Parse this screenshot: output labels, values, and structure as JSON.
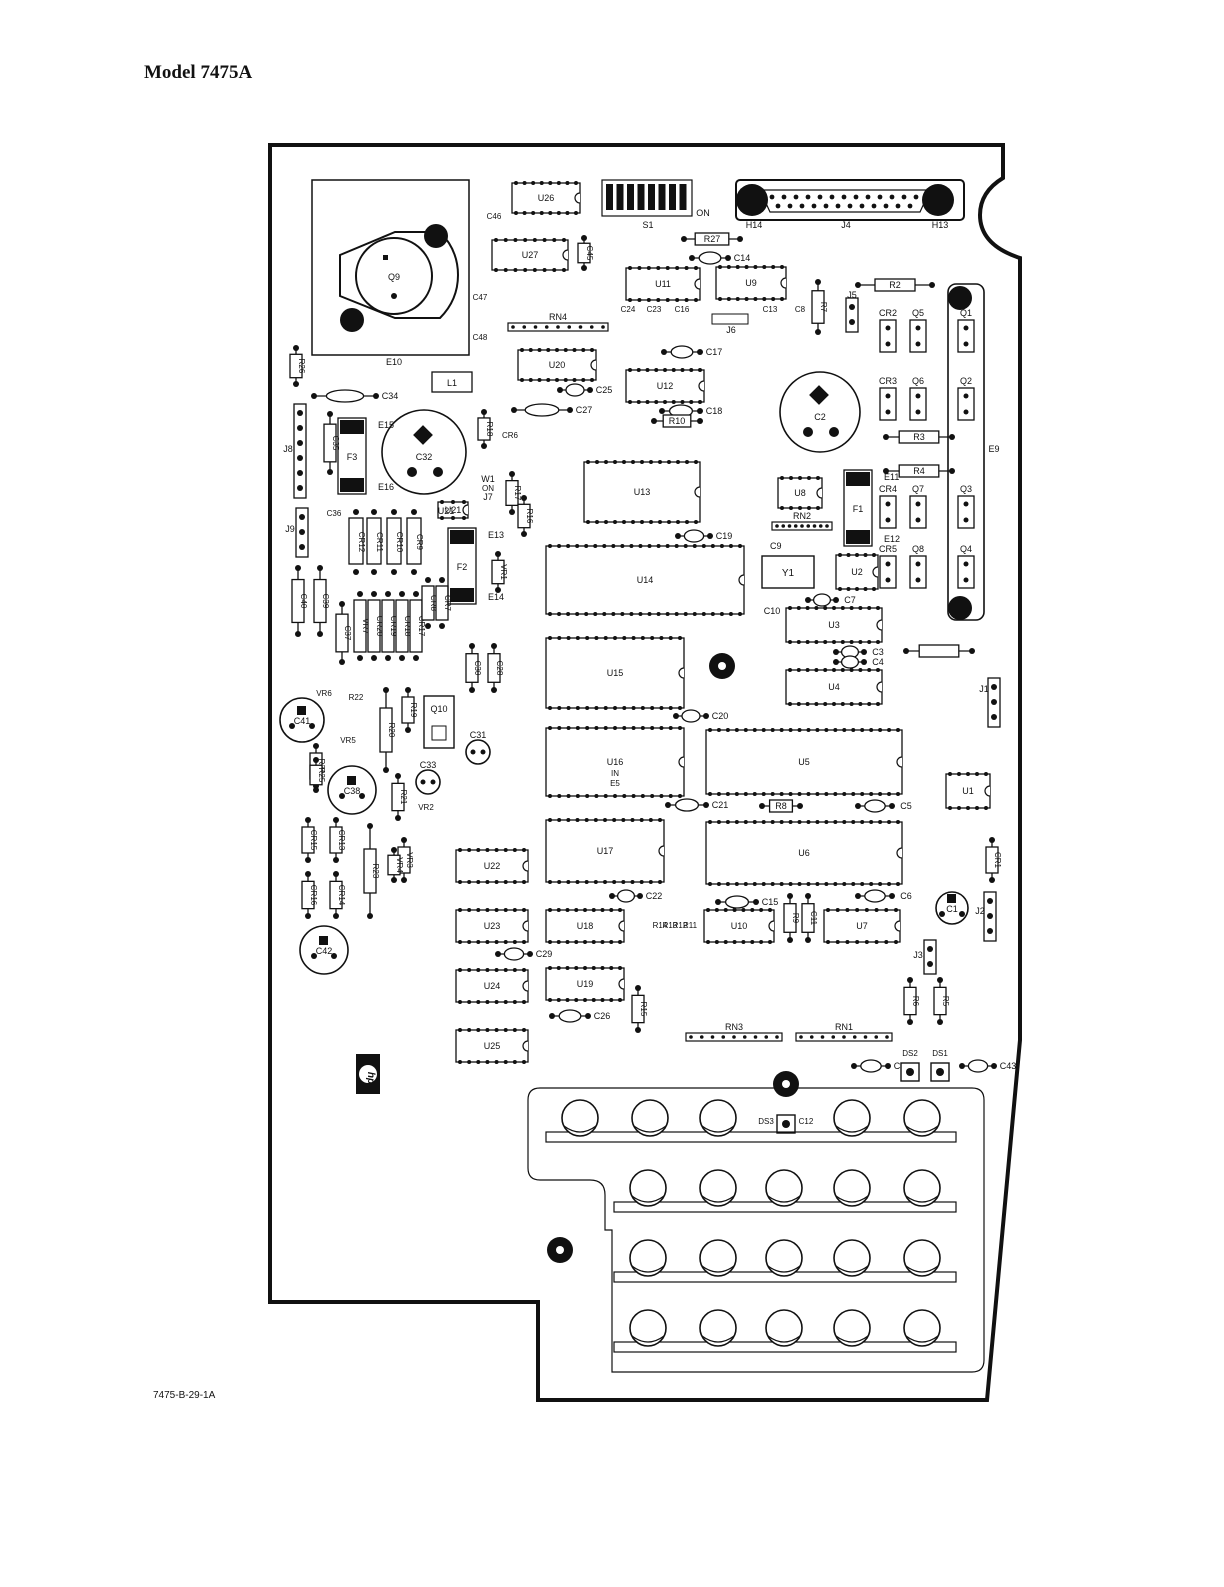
{
  "page": {
    "title": "Model 7475A",
    "figure_code": "7475-B-29-1A"
  },
  "board": {
    "logo_text": "hp",
    "ic": [
      {
        "ref": "U26"
      },
      {
        "ref": "U27"
      },
      {
        "ref": "U11"
      },
      {
        "ref": "U9"
      },
      {
        "ref": "U20"
      },
      {
        "ref": "U12"
      },
      {
        "ref": "U13"
      },
      {
        "ref": "U8"
      },
      {
        "ref": "U14"
      },
      {
        "ref": "U2"
      },
      {
        "ref": "U3"
      },
      {
        "ref": "U15"
      },
      {
        "ref": "U4"
      },
      {
        "ref": "U16",
        "note": "IN E5"
      },
      {
        "ref": "U5"
      },
      {
        "ref": "U1"
      },
      {
        "ref": "U17"
      },
      {
        "ref": "U6"
      },
      {
        "ref": "U22"
      },
      {
        "ref": "U23"
      },
      {
        "ref": "U18"
      },
      {
        "ref": "U10"
      },
      {
        "ref": "U7"
      },
      {
        "ref": "U24"
      },
      {
        "ref": "U19"
      },
      {
        "ref": "U25"
      },
      {
        "ref": "U21"
      }
    ],
    "labels": [
      "S1",
      "ON",
      "H14",
      "J4",
      "H13",
      "Q9",
      "E10",
      "C46",
      "C45",
      "C47",
      "C48",
      "RN4",
      "R27",
      "C14",
      "R2",
      "C24",
      "C23",
      "C16",
      "J6",
      "C13",
      "C8",
      "R7",
      "J5",
      "CR2",
      "Q5",
      "Q1",
      "C17",
      "C25",
      "C18",
      "R10",
      "CR3",
      "Q6",
      "Q2",
      "R3",
      "C2",
      "E9",
      "R4",
      "E11",
      "CR4",
      "Q7",
      "Q3",
      "F1",
      "E12",
      "RN2",
      "CR5",
      "Q8",
      "Q4",
      "R26",
      "C34",
      "L1",
      "E15",
      "C27",
      "R18",
      "CR6",
      "J8",
      "C35",
      "F3",
      "C32",
      "E16",
      "W1",
      "J7",
      "R17",
      "R16",
      "J9",
      "C36",
      "CR12",
      "CR11",
      "CR10",
      "CR9",
      "E13",
      "F2",
      "VR1",
      "E14",
      "C19",
      "C9",
      "Y1",
      "C10",
      "C7",
      "C40",
      "C39",
      "C37",
      "VR7",
      "CR20",
      "CR19",
      "CR18",
      "CR17",
      "CR8",
      "CR7",
      "C30",
      "C28",
      "C3",
      "C4",
      "J1",
      "VR6",
      "R22",
      "VR5",
      "C41",
      "R20",
      "R19",
      "Q10",
      "C31",
      "C20",
      "R24",
      "R25",
      "C38",
      "C33",
      "R21",
      "VR2",
      "C21",
      "R8",
      "C5",
      "CR15",
      "CR13",
      "R23",
      "VR3",
      "VR4",
      "CR1",
      "C15",
      "C22",
      "R9",
      "C11",
      "C6",
      "C1",
      "J2",
      "CR16",
      "CR14",
      "R14",
      "R13",
      "R12",
      "R11",
      "C42",
      "C29",
      "J3",
      "R6",
      "R5",
      "C26",
      "R15",
      "RN3",
      "RN1",
      "DS2",
      "DS1",
      "C44",
      "C43",
      "DS3",
      "C12"
    ]
  }
}
